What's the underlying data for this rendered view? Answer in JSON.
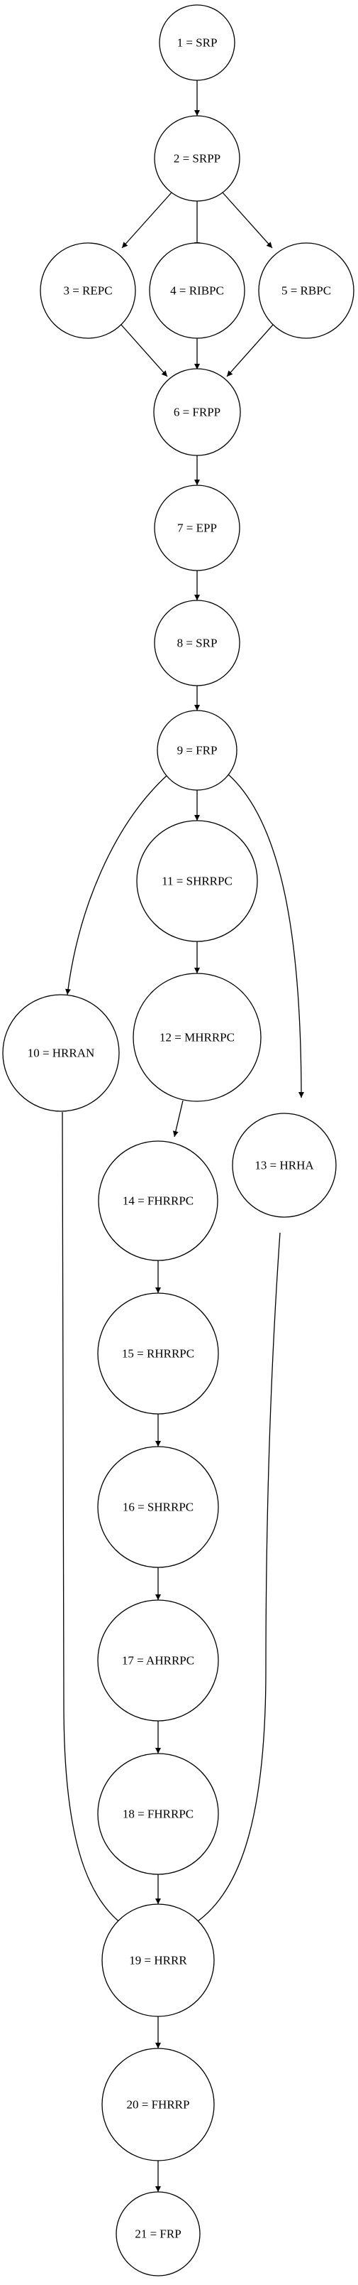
{
  "diagram": {
    "colors": {
      "stroke": "#000000",
      "node_fill": "#ffffff",
      "background": "#ffffff"
    },
    "nodes": [
      {
        "id": "n1",
        "label": "1 = SRP"
      },
      {
        "id": "n2",
        "label": "2 = SRPP"
      },
      {
        "id": "n3",
        "label": "3 = REPC"
      },
      {
        "id": "n4",
        "label": "4 = RIBPC"
      },
      {
        "id": "n5",
        "label": "5 = RBPC"
      },
      {
        "id": "n6",
        "label": "6 = FRPP"
      },
      {
        "id": "n7",
        "label": "7 = EPP"
      },
      {
        "id": "n8",
        "label": "8 = SRP"
      },
      {
        "id": "n9",
        "label": "9 = FRP"
      },
      {
        "id": "n10",
        "label": "10 = HRRAN"
      },
      {
        "id": "n11",
        "label": "11 = SHRRPC"
      },
      {
        "id": "n12",
        "label": "12 = MHRRPC"
      },
      {
        "id": "n13",
        "label": "13 = HRHA"
      },
      {
        "id": "n14",
        "label": "14 = FHRRPC"
      },
      {
        "id": "n15",
        "label": "15 = RHRRPC"
      },
      {
        "id": "n16",
        "label": "16 = SHRRPC"
      },
      {
        "id": "n17",
        "label": "17 = AHRRPC"
      },
      {
        "id": "n18",
        "label": "18 = FHRRPC"
      },
      {
        "id": "n19",
        "label": "19 = HRRR"
      },
      {
        "id": "n20",
        "label": "20 = FHRRP"
      },
      {
        "id": "n21",
        "label": "21 = FRP"
      }
    ],
    "edges": [
      {
        "from": "n1",
        "to": "n2"
      },
      {
        "from": "n2",
        "to": "n3"
      },
      {
        "from": "n2",
        "to": "n4"
      },
      {
        "from": "n2",
        "to": "n5"
      },
      {
        "from": "n3",
        "to": "n6"
      },
      {
        "from": "n4",
        "to": "n6"
      },
      {
        "from": "n5",
        "to": "n6"
      },
      {
        "from": "n6",
        "to": "n7"
      },
      {
        "from": "n7",
        "to": "n8"
      },
      {
        "from": "n8",
        "to": "n9"
      },
      {
        "from": "n9",
        "to": "n10"
      },
      {
        "from": "n9",
        "to": "n11"
      },
      {
        "from": "n9",
        "to": "n13"
      },
      {
        "from": "n11",
        "to": "n12"
      },
      {
        "from": "n12",
        "to": "n14"
      },
      {
        "from": "n14",
        "to": "n15"
      },
      {
        "from": "n15",
        "to": "n16"
      },
      {
        "from": "n16",
        "to": "n17"
      },
      {
        "from": "n17",
        "to": "n18"
      },
      {
        "from": "n18",
        "to": "n19"
      },
      {
        "from": "n10",
        "to": "n19"
      },
      {
        "from": "n13",
        "to": "n19"
      },
      {
        "from": "n19",
        "to": "n20"
      },
      {
        "from": "n20",
        "to": "n21"
      }
    ]
  }
}
